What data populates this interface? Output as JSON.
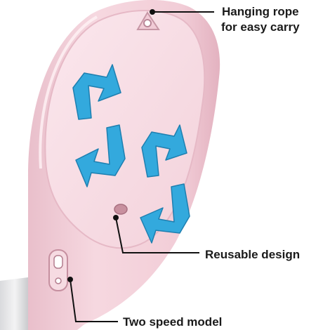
{
  "callouts": {
    "hanging_line1": "Hanging rope",
    "hanging_line2": "for easy carry",
    "reusable": "Reusable design",
    "speed": "Two speed model"
  },
  "colors": {
    "product_pink": "#f4d3dc",
    "inner_pink": "#f8dfe6",
    "arrow_blue": "#33a9dd",
    "arrow_dark": "#1e7fb0",
    "leader_line": "#111111",
    "text": "#1a1a1a"
  },
  "icons": {
    "refresh_arrows": "recycle-arrows-icon",
    "hanging_loop": "hanging-loop-icon"
  }
}
